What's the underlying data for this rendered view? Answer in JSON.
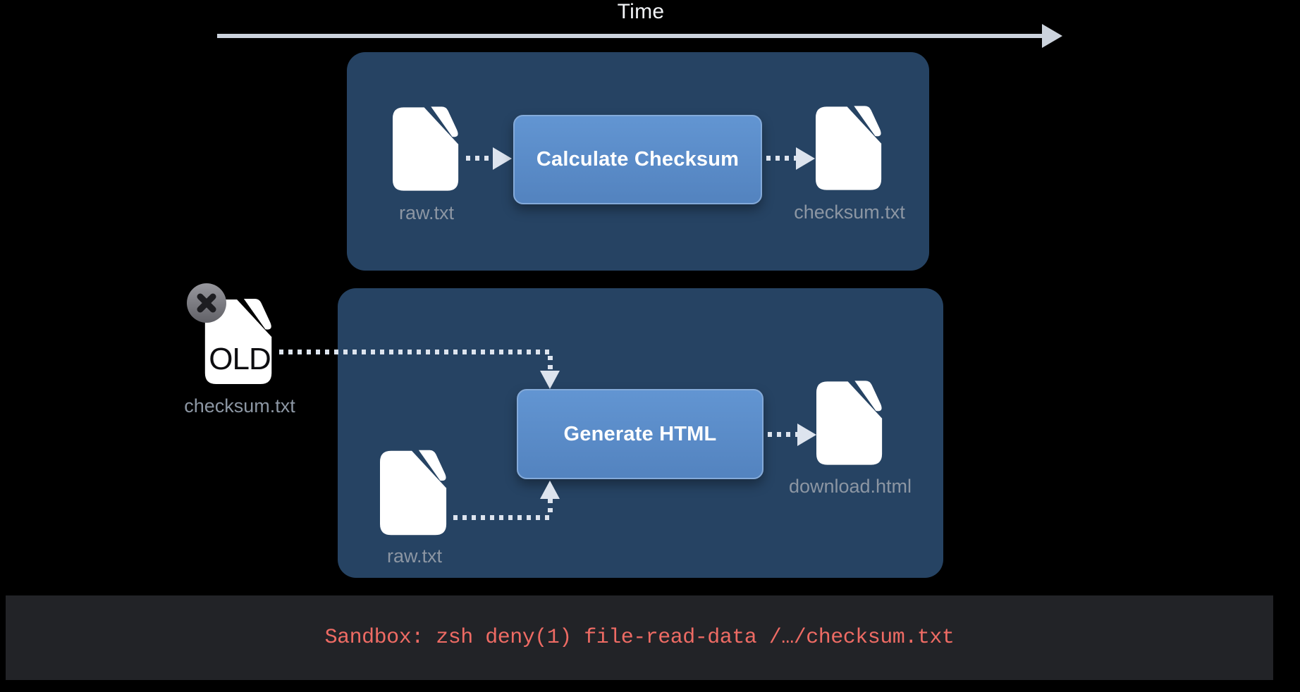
{
  "timeline": {
    "label": "Time"
  },
  "diagram": {
    "step1": {
      "input_file": "raw.txt",
      "process": "Calculate Checksum",
      "output_file": "checksum.txt"
    },
    "stale_file": {
      "badge": "OLD",
      "label": "checksum.txt"
    },
    "step2": {
      "input_file": "raw.txt",
      "process": "Generate HTML",
      "output_file": "download.html"
    }
  },
  "console": {
    "message": "Sandbox: zsh deny(1) file-read-data /…/checksum.txt"
  },
  "colors": {
    "panel": "#264363",
    "btnTop": "#6295d2",
    "btnBottom": "#5383bf",
    "btnBorder": "#84aad9",
    "dot": "#dde4ee",
    "timeArrow": "#ccd3dd",
    "labelGray": "#8c96a3",
    "barBg": "#222327",
    "barText": "#ee6b64"
  }
}
